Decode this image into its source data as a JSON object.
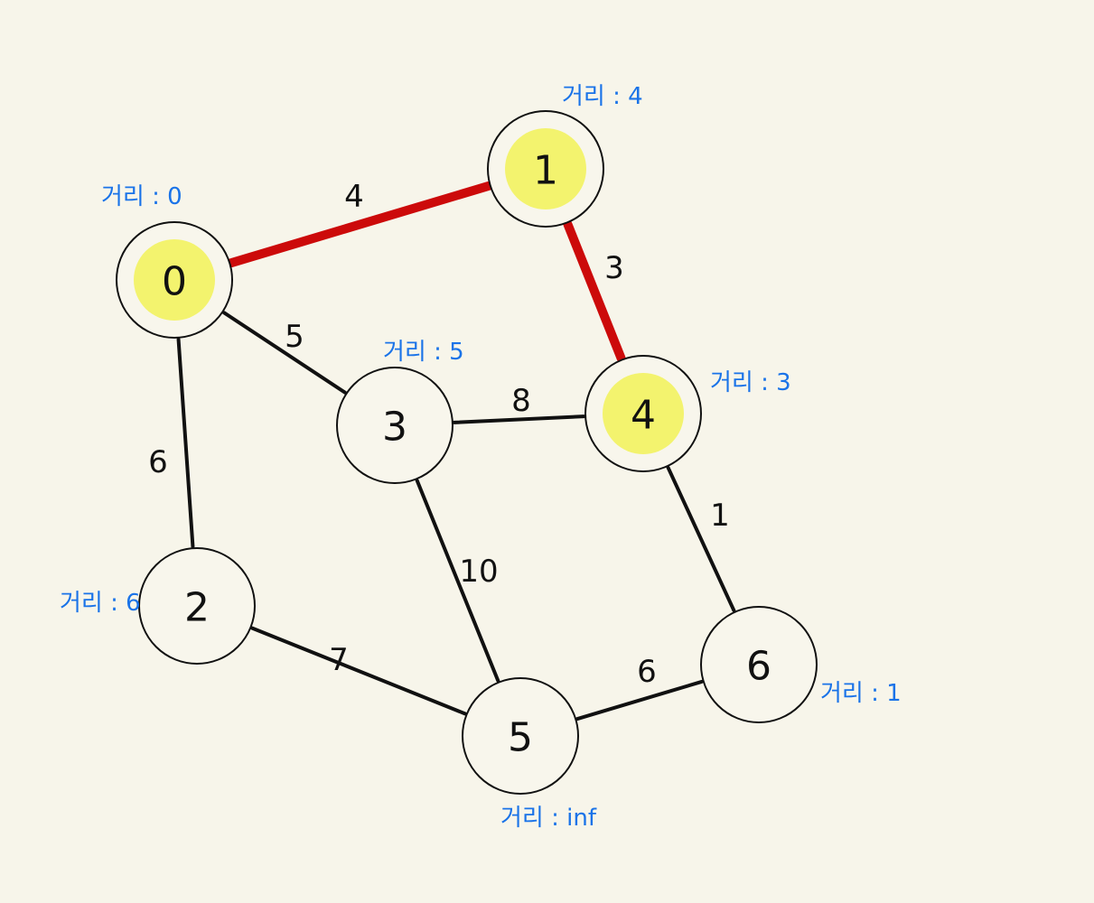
{
  "graph": {
    "nodes": [
      {
        "id": "0",
        "label": "0",
        "visited": true,
        "distance_text": "거리 : 0"
      },
      {
        "id": "1",
        "label": "1",
        "visited": true,
        "distance_text": "거리 : 4"
      },
      {
        "id": "2",
        "label": "2",
        "visited": false,
        "distance_text": "거리 : 6"
      },
      {
        "id": "3",
        "label": "3",
        "visited": false,
        "distance_text": "거리 : 5"
      },
      {
        "id": "4",
        "label": "4",
        "visited": true,
        "distance_text": "거리 : 3"
      },
      {
        "id": "5",
        "label": "5",
        "visited": false,
        "distance_text": "거리 : inf"
      },
      {
        "id": "6",
        "label": "6",
        "visited": false,
        "distance_text": "거리 : 1"
      }
    ],
    "edges": [
      {
        "from": "0",
        "to": "1",
        "weight": "4",
        "highlighted": true
      },
      {
        "from": "1",
        "to": "4",
        "weight": "3",
        "highlighted": true
      },
      {
        "from": "0",
        "to": "3",
        "weight": "5",
        "highlighted": false
      },
      {
        "from": "0",
        "to": "2",
        "weight": "6",
        "highlighted": false
      },
      {
        "from": "3",
        "to": "4",
        "weight": "8",
        "highlighted": false
      },
      {
        "from": "3",
        "to": "5",
        "weight": "10",
        "highlighted": false
      },
      {
        "from": "4",
        "to": "6",
        "weight": "1",
        "highlighted": false
      },
      {
        "from": "2",
        "to": "5",
        "weight": "7",
        "highlighted": false
      },
      {
        "from": "5",
        "to": "6",
        "weight": "6",
        "highlighted": false
      }
    ],
    "colors": {
      "background": "#f7f5ea",
      "highlight_edge": "#cc0a0a",
      "visited_node_fill": "#f3f36e",
      "distance_text": "#1a73e8",
      "edge": "#111111"
    }
  }
}
